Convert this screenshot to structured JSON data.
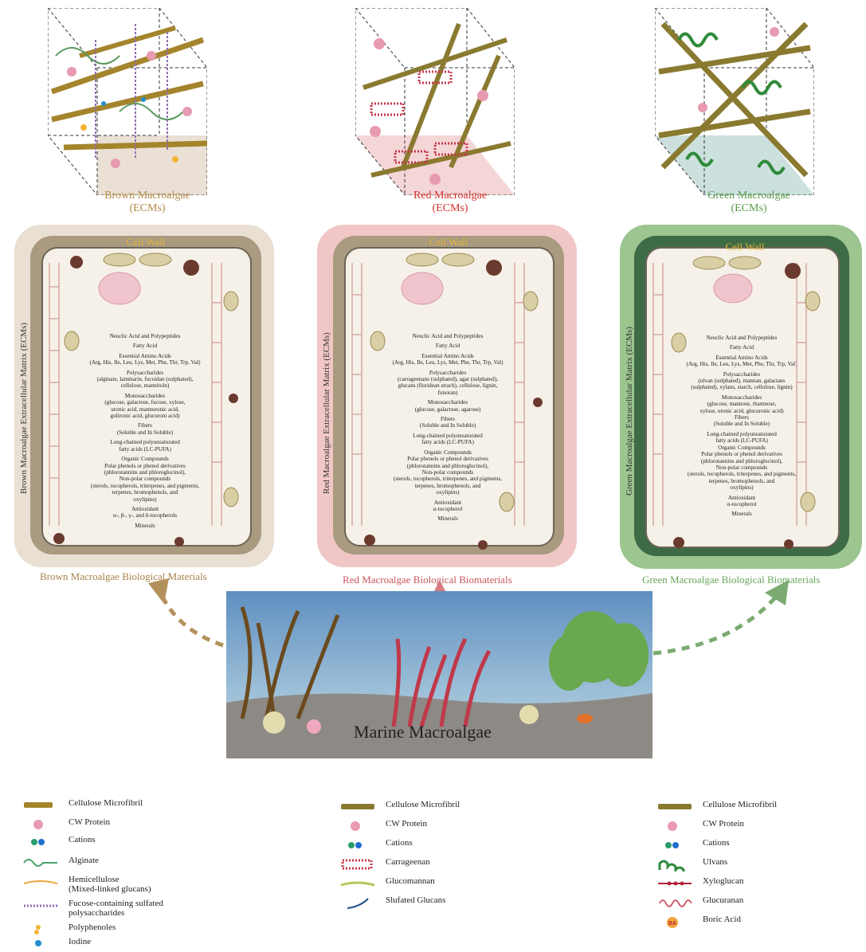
{
  "ecm_panels": [
    {
      "title": "Brown Macroalgae\n(ECMs)",
      "title_line1": "Brown Macroalgae",
      "title_line2": "(ECMs)",
      "color": "#b58a48"
    },
    {
      "title": "Red Macroalgae\n(ECMs)",
      "title_line1": "Red Macroalgae",
      "title_line2": "(ECMs)",
      "color": "#d6312f"
    },
    {
      "title": "Green Macroalgae\n(ECMs)",
      "title_line1": "Green Macroalgae",
      "title_line2": "(ECMs)",
      "color": "#5b9b4b"
    }
  ],
  "cells": [
    {
      "cell_wall_label": "Cell Wall",
      "side_label": "Brown Macroalgae Extracellular Matrix (ECMs)",
      "bio_title": "Brown Macroalgae Biological Materials",
      "bio_color": "#a9834a",
      "blob_color": "#e9dfd2",
      "wall_color": "#a99a80",
      "contents": [
        "Neuclic Acid and Polypeptides",
        "Fatty Acid",
        "Essential Amino Acids\n(Arg, His, Ile, Leu, Lys, Met, Phe, Thr, Trp, Val)",
        "Polysaccharides\n(alginate, laminarin, fucoidan (sulphated),\ncellulose, mannitoln)",
        "Monosaccharides\n(glucose, galactose, fucose, xylose,\nuronic acid, mannuronic acid,\ngulironic acid, glucuroni acid)",
        "Fibers\n(Soluble and In Soluble)",
        "Long-chained polyunsaturated\nfatty acids (LC-PUFA)",
        "Organic Compounds\nPolar phenols or phenol derivatives\n(phlorotannins and phloroglucinol),\nNon-polar compounds\n(sterols, tocopherols, triterpenes, and pigments,\nterpenes, bromophenols, and\noxylipins)",
        "Antioxidant\nα-, β-, γ-, and δ-tocopherols",
        "Minerals"
      ]
    },
    {
      "cell_wall_label": "Cell Wall",
      "side_label": "Red Macroalgae Extracellular Matrix (ECMs)",
      "bio_title": "Red Macroalgae Biological Biomaterials",
      "bio_color": "#c9555b",
      "blob_color": "#f0c7c6",
      "wall_color": "#a99a80",
      "contents": [
        "Neuclic Acid and Polypeptides",
        "Fatty Acid",
        "Essential Amino Acids\n(Arg, His, Ile, Leu, Lys, Met, Phe, Thr, Trp, Val)",
        "Polysaccharides\n(carrageenans (sulphated), agar (sulphated),\nglucans (floridean strach), cellulose, lignin,\nfunoran)",
        "Monosaccharides\n(glucose, galactose, agarose)",
        "Fibers\n(Soluble and In Soluble)",
        "Long-chained polyunsaturated\nfatty acids (LC-PUFA)",
        "Organic Compounds\nPolar phenols or phenol derivatives\n(phlorotannins and phloroglucinol),\nNon-polar compounds\n(sterols, tocopherols, triterpenes, and pigments,\nterpenes, bromophenols, and\noxylipins)",
        "Antioxidant\nα-tocopherol",
        "Minerals"
      ]
    },
    {
      "cell_wall_label": "Cell Wall",
      "side_label": "Green Macroalgae Extracellular Matrix (ECMs)",
      "bio_title": "Green Macroalgae Biological Biomaterials",
      "bio_color": "#6aa55a",
      "blob_color": "#9cc58f",
      "wall_color": "#3d6b45",
      "contents": [
        "Neuclic Acid and Polypeptides",
        "Fatty Acid",
        "Essential Amino Acids\n(Arg, His, Ile, Leu, Lys, Met, Phe, Thr, Trp, Val)",
        "Polysaccharides\n(ulvan (sulphated), mannan, galactans\n(sulphated), xylans, starch, cellulose, lignin)",
        "Monosaccharides\n(glucose, mannose, rhamnose,\nxylose, uronic acid, glucuronic acid)\nFibers\n(Soluble and In Soluble)",
        "Long-chained polyunsaturated\nfatty acids (LC-PUFA)\nOrganic Compounds\nPolar phenols or phenol derivatives\n(phlorotannins and phloroglucinol),\nNon-polar compounds\n(sterols, tocopherols, triterpenes, and pigments,\nterpenes, bromophenols, and\noxylipins)",
        "Antioxidant\nα-tocopherol",
        "Minerals"
      ]
    }
  ],
  "sea_title": "Marine Macroalgae",
  "legends": [
    [
      {
        "icon": "cellulose-microfibril-icon",
        "label": "Cellulose Microfibril"
      },
      {
        "icon": "cw-protein-icon",
        "label": "CW Protein"
      },
      {
        "icon": "cations-icon",
        "label": "Cations"
      },
      {
        "icon": "alginate-icon",
        "label": "Alginate"
      },
      {
        "icon": "hemicellulose-icon",
        "label": "Hemicellulose\n(Mixed-linked glucans)"
      },
      {
        "icon": "fucose-polysaccharide-icon",
        "label": "Fucose-containing sulfated\npolysaccharides"
      },
      {
        "icon": "polyphenoles-icon",
        "label": "Polyphenoles"
      },
      {
        "icon": "iodine-icon",
        "label": "Iodine"
      }
    ],
    [
      {
        "icon": "cellulose-microfibril-icon",
        "label": "Cellulose Microfibril"
      },
      {
        "icon": "cw-protein-icon",
        "label": "CW Protein"
      },
      {
        "icon": "cations-icon",
        "label": "Cations"
      },
      {
        "icon": "carrageenan-icon",
        "label": "Carrageenan"
      },
      {
        "icon": "glucomannan-icon",
        "label": "Glucomannan"
      },
      {
        "icon": "sulfated-glucans-icon",
        "label": "Slufated Glucans"
      }
    ],
    [
      {
        "icon": "cellulose-microfibril-icon",
        "label": "Cellulose Microfibril"
      },
      {
        "icon": "cw-protein-icon",
        "label": "CW Protein"
      },
      {
        "icon": "cations-icon",
        "label": "Cations"
      },
      {
        "icon": "ulvans-icon",
        "label": "Ulvans"
      },
      {
        "icon": "xyloglucan-icon",
        "label": "Xyloglucan"
      },
      {
        "icon": "glucuranan-icon",
        "label": "Glucuranan"
      },
      {
        "icon": "boric-acid-icon",
        "label": "Boric Acid",
        "badge": "BA"
      }
    ]
  ]
}
